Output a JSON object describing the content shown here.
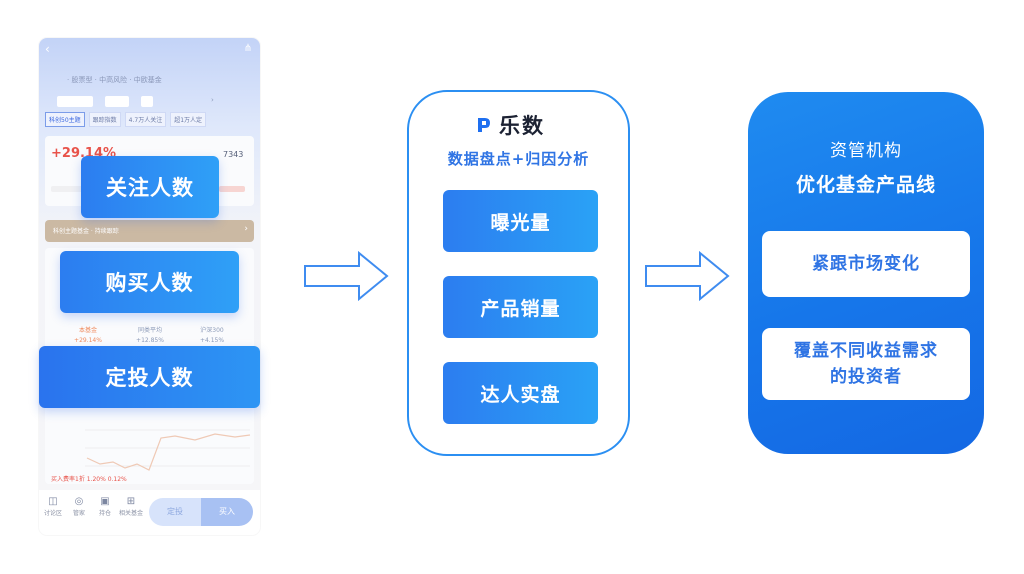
{
  "phone": {
    "subtitle": "· 股票型 · 中高风险 · 中欧基金",
    "tabs": [
      "科创50主题",
      "跟踪指数",
      "4.7万人关注",
      "超1万人定"
    ],
    "return_value": "+29.14%",
    "nav_value": "7343",
    "banner_text": "科创主题基金 · 持续跟踪",
    "compare_items": [
      {
        "label": "本基金",
        "value": "+29.14%",
        "color": "#f08a5d"
      },
      {
        "label": "同类平均",
        "value": "+12.85%",
        "color": "#8c9ab8"
      },
      {
        "label": "沪深300",
        "value": "+4.15%",
        "color": "#8c9ab8"
      }
    ],
    "buy_info": "买入费率1折 1.20% 0.12%",
    "nav_items": [
      "讨论区",
      "管家",
      "持仓",
      "相关基金"
    ],
    "btn_dingtou": "定投",
    "btn_buy": "买入"
  },
  "overlays": {
    "focus": "关注人数",
    "buyers": "购买人数",
    "investors": "定投人数"
  },
  "center": {
    "logo": "乐数",
    "subtitle": "数据盘点+归因分析",
    "items": [
      "曝光量",
      "产品销量",
      "达人实盘"
    ]
  },
  "right": {
    "title1": "资管机构",
    "title2": "优化基金产品线",
    "card1": "紧跟市场变化",
    "card2_line1": "覆盖不同收益需求",
    "card2_line2": "的投资者"
  },
  "colors": {
    "primary": "#2c7df0",
    "accent": "#2aa2f6",
    "text_blue": "#2f74e4",
    "panel_dark": "#1468e3"
  }
}
